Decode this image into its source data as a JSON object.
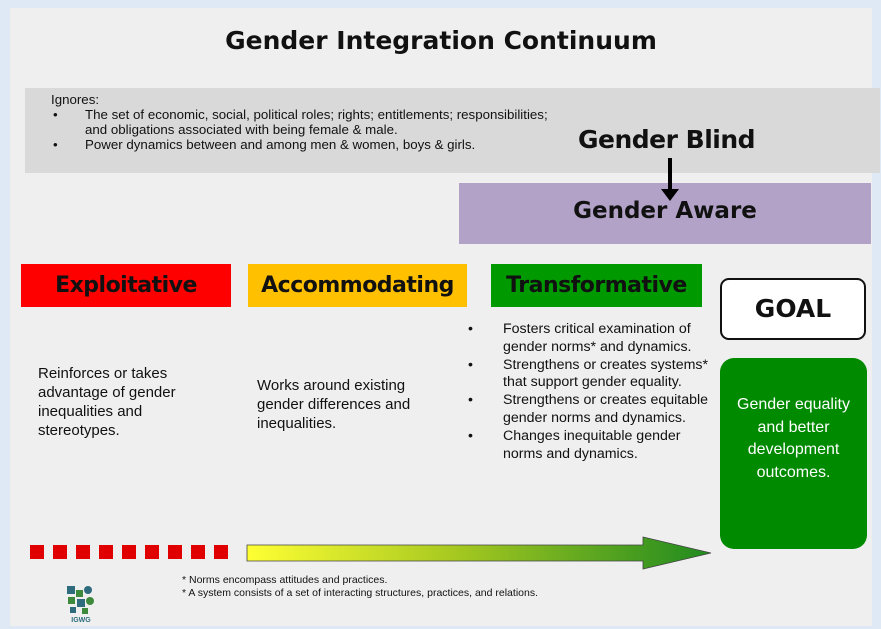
{
  "title": "Gender Integration Continuum",
  "ignores": {
    "heading": "Ignores:",
    "items": [
      "The set of economic, social, political roles; rights; entitlements; responsibilities; and obligations associated with being female & male.",
      "Power dynamics between and among men & women, boys & girls."
    ]
  },
  "gender_blind": "Gender Blind",
  "gender_aware": "Gender Aware",
  "categories": {
    "exploitative": "Exploitative",
    "accommodating": "Accommodating",
    "transformative": "Transformative"
  },
  "goal_label": "GOAL",
  "descriptions": {
    "exploitative": "Reinforces or takes advantage of gender inequalities and stereotypes.",
    "accommodating": "Works around existing gender differences and inequalities."
  },
  "transformative_items": [
    "Fosters critical examination of gender norms* and dynamics.",
    "Strengthens or creates systems* that support gender equality.",
    "Strengthens or creates equitable gender norms and dynamics.",
    "Changes inequitable gender norms and dynamics."
  ],
  "goal_text": "Gender equality and better development outcomes.",
  "footnotes": [
    "* Norms encompass attitudes and practices.",
    "* A system consists of a set of interacting structures, practices, and relations."
  ],
  "logo_text": "IGWG",
  "colors": {
    "exploitative": "#ff0000",
    "accommodating": "#ffc000",
    "transformative": "#009a00",
    "goal": "#008a00",
    "aware": "#b3a2c7",
    "ignores_bg": "#d9d9d9"
  },
  "bullet": "•"
}
